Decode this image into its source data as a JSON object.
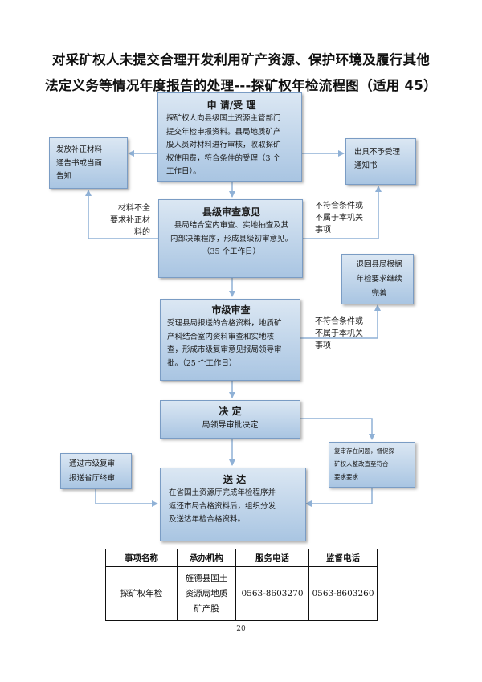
{
  "title": {
    "line1": "对采矿权人未提交合理开发利用矿产资源、保护环境及履行其他",
    "line2": "法定义务等情况年度报告的处理---探矿权年检流程图（适用 45）"
  },
  "steps": {
    "apply": {
      "heading": "申  请/受  理",
      "text": "探矿权人向县级国土资源主管部门\n提交年检申报资料。县局地质矿产\n股人员对材料进行审核，收取探矿\n权使用费，符合条件的受理（3 个\n工作日）。"
    },
    "county": {
      "heading": "县级审查意见",
      "text": "县局结合室内审查、实地抽查及其\n内部决策程序，形成县级初审意见。\n（35 个工作日）"
    },
    "city": {
      "heading": "市级审查",
      "text": "受理县局报送的合格资料，地质矿\n产科结合室内资料审查和实地核\n查，形成市级复审意见报局领导审\n批。（25 个工作日）"
    },
    "decide": {
      "heading": "决  定",
      "text": "局领导审批决定"
    },
    "deliver": {
      "heading": "送  达",
      "text": "在省国土资源厅完成年检程序并\n返还市局合格资料后，组织分发\n及送达年检合格资料。"
    }
  },
  "side": {
    "supplement": "发放补正材料\n通告书或当面\n告知",
    "reject_notice": "出具不予受理\n通知书",
    "return_county": "退回县局根据\n年检要求继续\n完善",
    "rectify": "复审存在问题，督促探\n矿权人整改直至符合\n要求要求",
    "province": "通过市级复审\n报送省厅终审"
  },
  "notes": {
    "incomplete": "材料不全\n要求补正材\n料的",
    "not_met_1": "不符合条件或\n不属于本机关\n事项",
    "not_met_2": "不符合条件或\n不属于本机关\n事项"
  },
  "table": {
    "headers": [
      "事项名称",
      "承办机构",
      "服务电话",
      "监督电话"
    ],
    "row": [
      "探矿权年检",
      "旌德县国土\n资源局地质\n矿产股",
      "0563-8603270",
      "0563-8603260"
    ]
  },
  "page_number": "20",
  "colors": {
    "box_top": "#dbe7f3",
    "box_bottom": "#a9c5e2",
    "box_border": "#7a9cc4",
    "arrow": "#8fb1d6"
  }
}
